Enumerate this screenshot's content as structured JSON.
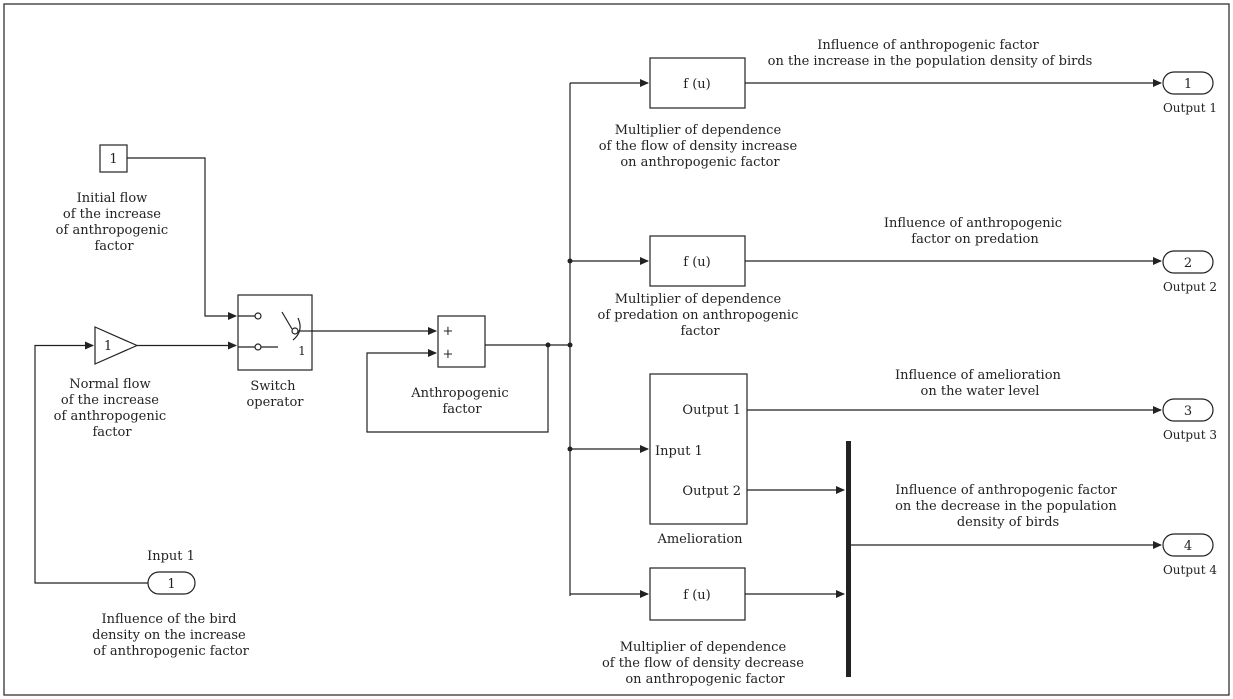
{
  "blocks": {
    "constant_value": "1",
    "gain_value": "1",
    "switch_port": "1",
    "sum_signs": [
      "+",
      "+"
    ],
    "fcn_1": "f (u)",
    "fcn_2": "f (u)",
    "fcn_3": "f (u)",
    "amelioration_in": "Input 1",
    "amelioration_out1": "Output 1",
    "amelioration_out2": "Output 2"
  },
  "ports": {
    "in1_number": "1",
    "in1_title": "Input 1",
    "out1_number": "1",
    "out1_name": "Output 1",
    "out2_number": "2",
    "out2_name": "Output 2",
    "out3_number": "3",
    "out3_name": "Output 3",
    "out4_number": "4",
    "out4_name": "Output 4"
  },
  "labels": {
    "initial_flow": [
      "Initial flow",
      "of the increase",
      "of anthropogenic",
      "factor"
    ],
    "normal_flow": [
      "Normal flow",
      "of the increase",
      "of anthropogenic",
      "factor"
    ],
    "switch": [
      "Switch",
      "operator"
    ],
    "anthropogenic": [
      "Anthropogenic",
      "factor"
    ],
    "multiplier_1": [
      "Multiplier of dependence",
      "of the flow of density increase",
      "on anthropogenic factor"
    ],
    "multiplier_2": [
      "Multiplier of dependence",
      "of predation on anthropogenic",
      "factor"
    ],
    "amelioration": "Amelioration",
    "multiplier_3": [
      "Multiplier of dependence",
      "of the flow of density decrease",
      "on anthropogenic factor"
    ],
    "influence_1": [
      "Influence of anthropogenic factor",
      "on the increase in the population density of birds"
    ],
    "influence_2": [
      "Influence of anthropogenic",
      "factor on predation"
    ],
    "influence_3": [
      "Influence of amelioration",
      "on the water level"
    ],
    "influence_4": [
      "Influence of anthropogenic factor",
      "on the decrease in the population",
      "density of birds"
    ],
    "bird_density": [
      "Influence of the bird",
      "density on the increase",
      "of anthropogenic factor"
    ]
  }
}
